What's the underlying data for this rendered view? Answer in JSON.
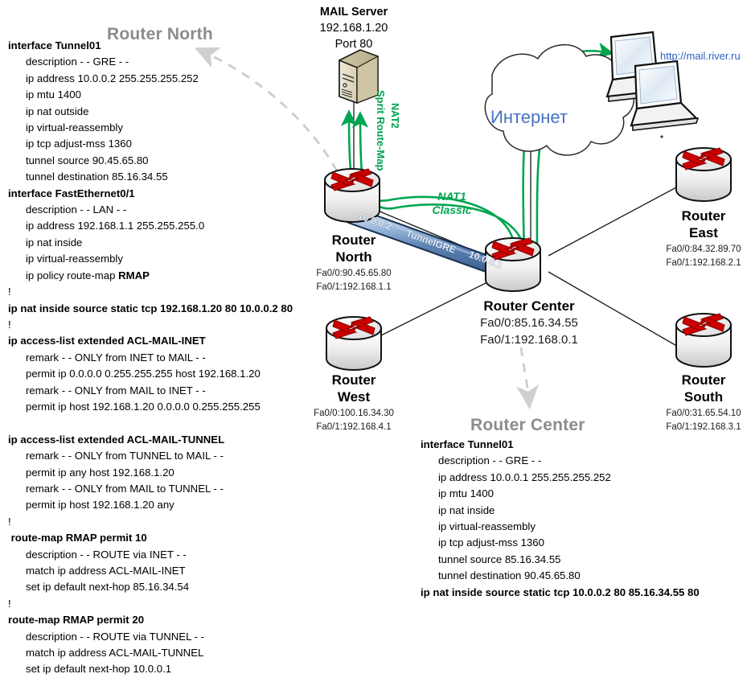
{
  "colors": {
    "green": "#00a550",
    "gray_heading": "#8c8c8c",
    "blue_cloud": "#4472c4",
    "url_blue": "#2f5fc4",
    "router_red": "#cc0000",
    "tunnel_blue": "#6f93c4",
    "server_beige": "#d9d0ae"
  },
  "config_north": {
    "heading": "Router North",
    "lines": [
      {
        "text": "interface Tunnel01",
        "bold": true,
        "indent": 0
      },
      {
        "text": "description - - GRE - -",
        "bold": false,
        "indent": 1
      },
      {
        "text": "ip address 10.0.0.2 255.255.255.252",
        "bold": false,
        "indent": 1
      },
      {
        "text": "ip mtu 1400",
        "bold": false,
        "indent": 1
      },
      {
        "text": "ip nat outside",
        "bold": false,
        "indent": 1
      },
      {
        "text": "ip virtual-reassembly",
        "bold": false,
        "indent": 1
      },
      {
        "text": "ip tcp adjust-mss 1360",
        "bold": false,
        "indent": 1
      },
      {
        "text": "tunnel source 90.45.65.80",
        "bold": false,
        "indent": 1
      },
      {
        "text": "tunnel destination 85.16.34.55",
        "bold": false,
        "indent": 1
      },
      {
        "text": "interface FastEthernet0/1",
        "bold": true,
        "indent": 0
      },
      {
        "text": "description - - LAN - -",
        "bold": false,
        "indent": 1
      },
      {
        "text": "ip address 192.168.1.1 255.255.255.0",
        "bold": false,
        "indent": 1
      },
      {
        "text": "ip nat inside",
        "bold": false,
        "indent": 1
      },
      {
        "text": "ip virtual-reassembly",
        "bold": false,
        "indent": 1
      },
      {
        "text": "ip policy route-map RMAP",
        "bold": false,
        "indent": 1,
        "tail_bold": "RMAP"
      },
      {
        "text": "!",
        "bold": false,
        "indent": 0
      },
      {
        "text": "ip nat inside source static tcp 192.168.1.20 80 10.0.0.2 80",
        "bold": true,
        "indent": 0
      },
      {
        "text": "!",
        "bold": false,
        "indent": 0
      },
      {
        "text": "ip access-list extended ACL-MAIL-INET",
        "bold": true,
        "indent": 0
      },
      {
        "text": "remark - - ONLY from INET to MAIL - -",
        "bold": false,
        "indent": 1
      },
      {
        "text": "permit ip 0.0.0.0 0.255.255.255 host 192.168.1.20",
        "bold": false,
        "indent": 1
      },
      {
        "text": "remark - - ONLY from MAIL to INET - -",
        "bold": false,
        "indent": 1
      },
      {
        "text": "permit ip host 192.168.1.20 0.0.0.0 0.255.255.255",
        "bold": false,
        "indent": 1
      },
      {
        "text": "",
        "bold": false,
        "indent": 0
      },
      {
        "text": "ip access-list extended ACL-MAIL-TUNNEL",
        "bold": true,
        "indent": 0
      },
      {
        "text": "remark - - ONLY from TUNNEL to MAIL - -",
        "bold": false,
        "indent": 1
      },
      {
        "text": "permit ip any host 192.168.1.20",
        "bold": false,
        "indent": 1
      },
      {
        "text": "remark - - ONLY from MAIL to TUNNEL - -",
        "bold": false,
        "indent": 1
      },
      {
        "text": "permit ip host 192.168.1.20 any",
        "bold": false,
        "indent": 1
      },
      {
        "text": "!",
        "bold": false,
        "indent": 0
      },
      {
        "text": " route-map RMAP permit 10",
        "bold": true,
        "indent": 0
      },
      {
        "text": "description - - ROUTE via INET - -",
        "bold": false,
        "indent": 1
      },
      {
        "text": "match ip address ACL-MAIL-INET",
        "bold": false,
        "indent": 1
      },
      {
        "text": "set ip default next-hop 85.16.34.54",
        "bold": false,
        "indent": 1
      },
      {
        "text": "!",
        "bold": false,
        "indent": 0
      },
      {
        "text": "route-map RMAP permit 20",
        "bold": true,
        "indent": 0
      },
      {
        "text": "description - - ROUTE via TUNNEL - -",
        "bold": false,
        "indent": 1
      },
      {
        "text": "match ip address ACL-MAIL-TUNNEL",
        "bold": false,
        "indent": 1
      },
      {
        "text": "set ip default next-hop 10.0.0.1",
        "bold": false,
        "indent": 1
      }
    ]
  },
  "config_center": {
    "heading": "Router Center",
    "lines": [
      {
        "text": "interface Tunnel01",
        "bold": true,
        "indent": 0
      },
      {
        "text": "description - - GRE - -",
        "bold": false,
        "indent": 1
      },
      {
        "text": "ip address 10.0.0.1 255.255.255.252",
        "bold": false,
        "indent": 1
      },
      {
        "text": "ip mtu 1400",
        "bold": false,
        "indent": 1
      },
      {
        "text": "ip nat inside",
        "bold": false,
        "indent": 1
      },
      {
        "text": "ip virtual-reassembly",
        "bold": false,
        "indent": 1
      },
      {
        "text": "ip tcp adjust-mss 1360",
        "bold": false,
        "indent": 1
      },
      {
        "text": "tunnel source 85.16.34.55",
        "bold": false,
        "indent": 1
      },
      {
        "text": "tunnel destination 90.45.65.80",
        "bold": false,
        "indent": 1
      },
      {
        "text": "ip nat inside source static tcp 10.0.0.2 80 85.16.34.55 80",
        "bold": true,
        "indent": 0
      }
    ]
  },
  "server": {
    "title": "MAIL Server",
    "ip": "192.168.1.20",
    "port": "Port 80"
  },
  "cloud": {
    "label": "Интернет"
  },
  "clients": {
    "url": "http://mail.river.ru"
  },
  "nodes": {
    "north": {
      "name1": "Router",
      "name2": "North",
      "if0": "Fa0/0:90.45.65.80",
      "if1": "Fa0/1:192.168.1.1"
    },
    "center": {
      "name1": "Router Center",
      "name2": "",
      "if0": "Fa0/0:85.16.34.55",
      "if1": "Fa0/1:192.168.0.1"
    },
    "east": {
      "name1": "Router",
      "name2": "East",
      "if0": "Fa0/0:84.32.89.70",
      "if1": "Fa0/1:192.168.2.1"
    },
    "south": {
      "name1": "Router",
      "name2": "South",
      "if0": "Fa0/0:31.65.54.10",
      "if1": "Fa0/1:192.168.3.1"
    },
    "west": {
      "name1": "Router",
      "name2": "West",
      "if0": "Fa0/0:100.16.34.30",
      "if1": "Fa0/1:192.168.4.1"
    }
  },
  "annotations": {
    "nat1_l1": "NAT1",
    "nat1_l2": "Classic",
    "nat2": "NAT2",
    "split_route_map": "Sprit Route-Map",
    "tunnel_name": "TunnelGRE",
    "tunnel_ip_left": "10.0.0.2",
    "tunnel_ip_right": "10.0.0.1"
  }
}
